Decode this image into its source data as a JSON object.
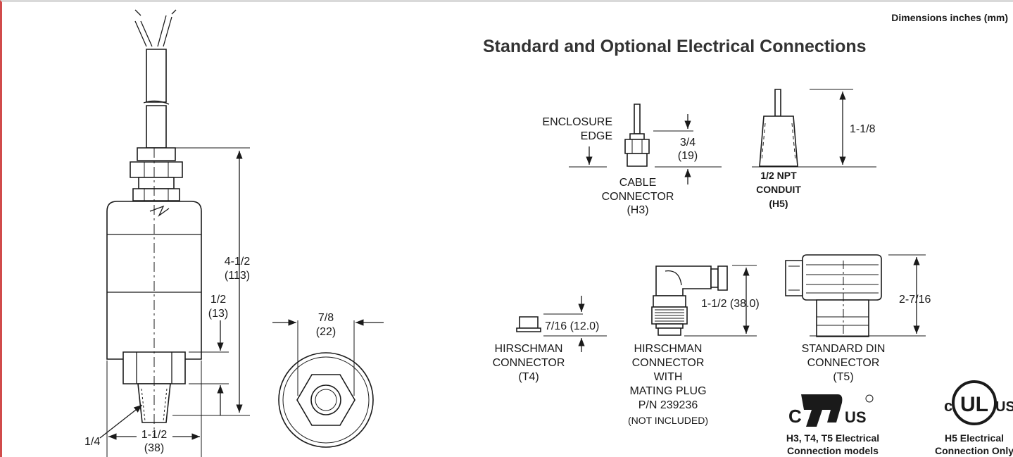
{
  "header": {
    "units_note": "Dimensions inches (mm)",
    "title": "Standard and Optional Electrical Connections"
  },
  "main_drawing": {
    "overall_height": "4-1/2",
    "overall_height_mm": "(113)",
    "hex_height": "1/2",
    "hex_height_mm": "(13)",
    "width": "1-1/2",
    "width_mm": "(38)",
    "thread": "1/4",
    "hex_across": "7/8",
    "hex_across_mm": "(22)"
  },
  "connectors": {
    "cable": {
      "edge_line1": "ENCLOSURE",
      "edge_line2": "EDGE",
      "dim": "3/4",
      "dim_mm": "(19)",
      "name_line1": "CABLE",
      "name_line2": "CONNECTOR",
      "code": "(H3)"
    },
    "conduit": {
      "dim": "1-1/8",
      "name_line1": "1/2 NPT",
      "name_line2": "CONDUIT",
      "code": "(H5)"
    },
    "hirschman": {
      "dim": "7/16 (12.0)",
      "name_line1": "HIRSCHMAN",
      "name_line2": "CONNECTOR",
      "code": "(T4)"
    },
    "hirschman_plug": {
      "dim": "1-1/2 (38.0)",
      "line1": "HIRSCHMAN",
      "line2": "CONNECTOR",
      "line3": "WITH",
      "line4": "MATING PLUG",
      "line5": "P/N 239236",
      "line6": "(NOT INCLUDED)"
    },
    "din": {
      "dim": "2-7/16",
      "name_line1": "STANDARD DIN",
      "name_line2": "CONNECTOR",
      "code": "(T5)"
    }
  },
  "certifications": {
    "cru": {
      "c": "C",
      "us": "US",
      "caption1": "H3, T4, T5 Electrical",
      "caption2": "Connection models"
    },
    "cul": {
      "c": "c",
      "ul": "UL",
      "us": "US",
      "caption1": "H5 Electrical",
      "caption2": "Connection Only"
    }
  }
}
